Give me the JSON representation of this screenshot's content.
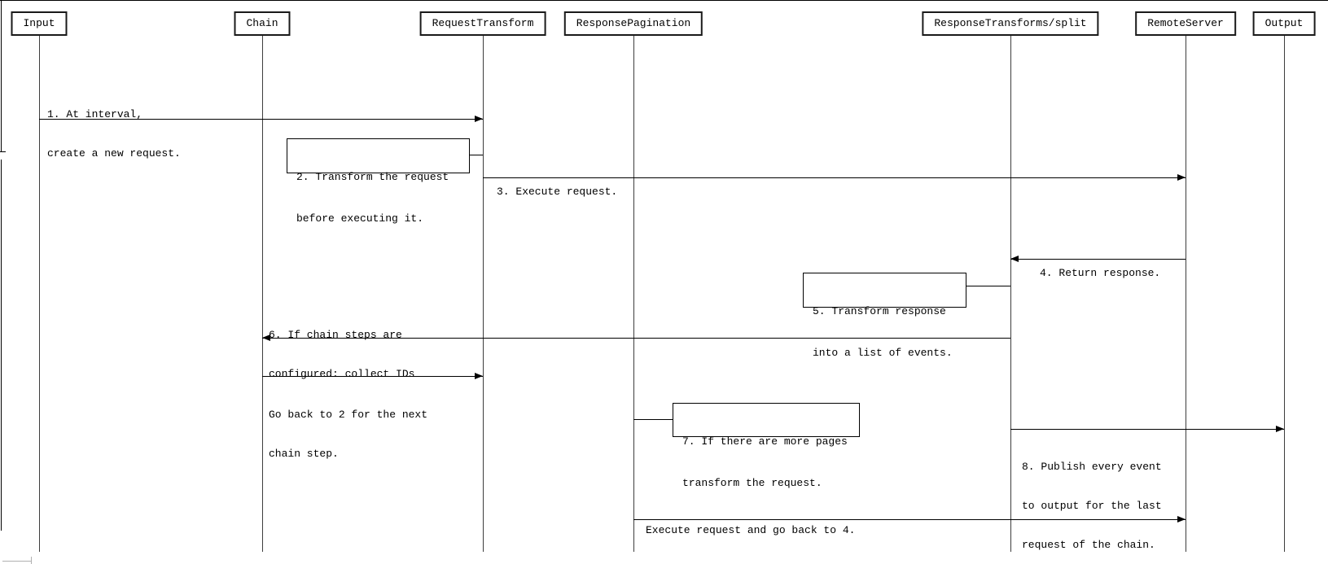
{
  "diagram": {
    "type": "sequence-diagram",
    "background": "#ffffff",
    "line_color": "#000000",
    "participants": [
      {
        "label": "Input"
      },
      {
        "label": "Chain"
      },
      {
        "label": "RequestTransform"
      },
      {
        "label": "ResponsePagination"
      },
      {
        "label": "ResponseTransforms/split"
      },
      {
        "label": "RemoteServer"
      },
      {
        "label": "Output"
      }
    ],
    "messages": [
      {
        "from": "Input",
        "to": "RequestTransform",
        "direction": "right",
        "line1": "1. At interval,",
        "line2": "create a new request."
      },
      {
        "from": "RequestTransform",
        "to": "RemoteServer",
        "direction": "right",
        "line1": "3. Execute request."
      },
      {
        "from": "RemoteServer",
        "to": "ResponseTransforms/split",
        "direction": "left",
        "line1": "4. Return response."
      },
      {
        "from": "ResponseTransforms/split",
        "to": "Chain",
        "direction": "left",
        "line1": "6. If chain steps are",
        "line2": "configured: collect IDs"
      },
      {
        "from": "Chain",
        "to": "RequestTransform",
        "direction": "right",
        "line1": "Go back to 2 for the next",
        "line2": "chain step."
      },
      {
        "from": "ResponseTransforms/split",
        "to": "Output",
        "direction": "right",
        "line1": "8. Publish every event",
        "line2": "to output for the last",
        "line3": "request of the chain."
      },
      {
        "from": "ResponsePagination",
        "to": "RemoteServer",
        "direction": "right",
        "line1": "Execute request and go back to 4."
      }
    ],
    "notes": [
      {
        "attached_to": "RequestTransform",
        "line1": "2. Transform the request",
        "line2": "before executing it."
      },
      {
        "attached_to": "ResponseTransforms/split",
        "line1": "5. Transform response",
        "line2": "into a list of events."
      },
      {
        "attached_to": "ResponsePagination",
        "line1": "7. If there are more pages",
        "line2": "transform the request."
      }
    ]
  }
}
